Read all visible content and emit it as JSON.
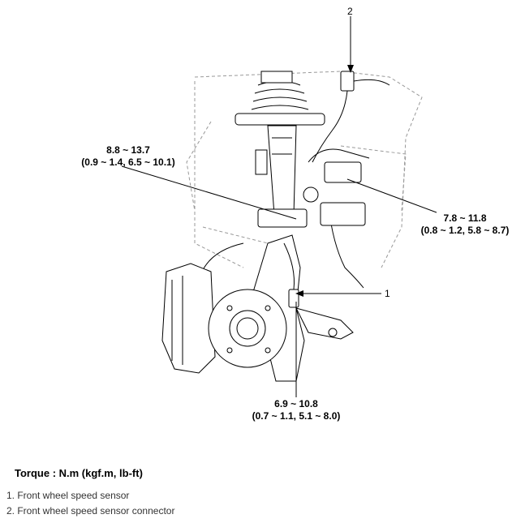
{
  "callouts": {
    "sensor_number": "1",
    "connector_number": "2"
  },
  "torques": {
    "upper_left": {
      "line1": "8.8 ~ 13.7",
      "line2": "(0.9 ~ 1.4, 6.5 ~ 10.1)"
    },
    "right": {
      "line1": "7.8 ~ 11.8",
      "line2": "(0.8 ~ 1.2, 5.8 ~ 8.7)"
    },
    "bottom": {
      "line1": "6.9 ~ 10.8",
      "line2": "(0.7 ~ 1.1, 5.1 ~ 8.0)"
    }
  },
  "legend": {
    "title": "Torque : N.m (kgf.m, lb-ft)",
    "items": [
      "1. Front wheel speed sensor",
      "2. Front wheel speed sensor connector"
    ]
  }
}
